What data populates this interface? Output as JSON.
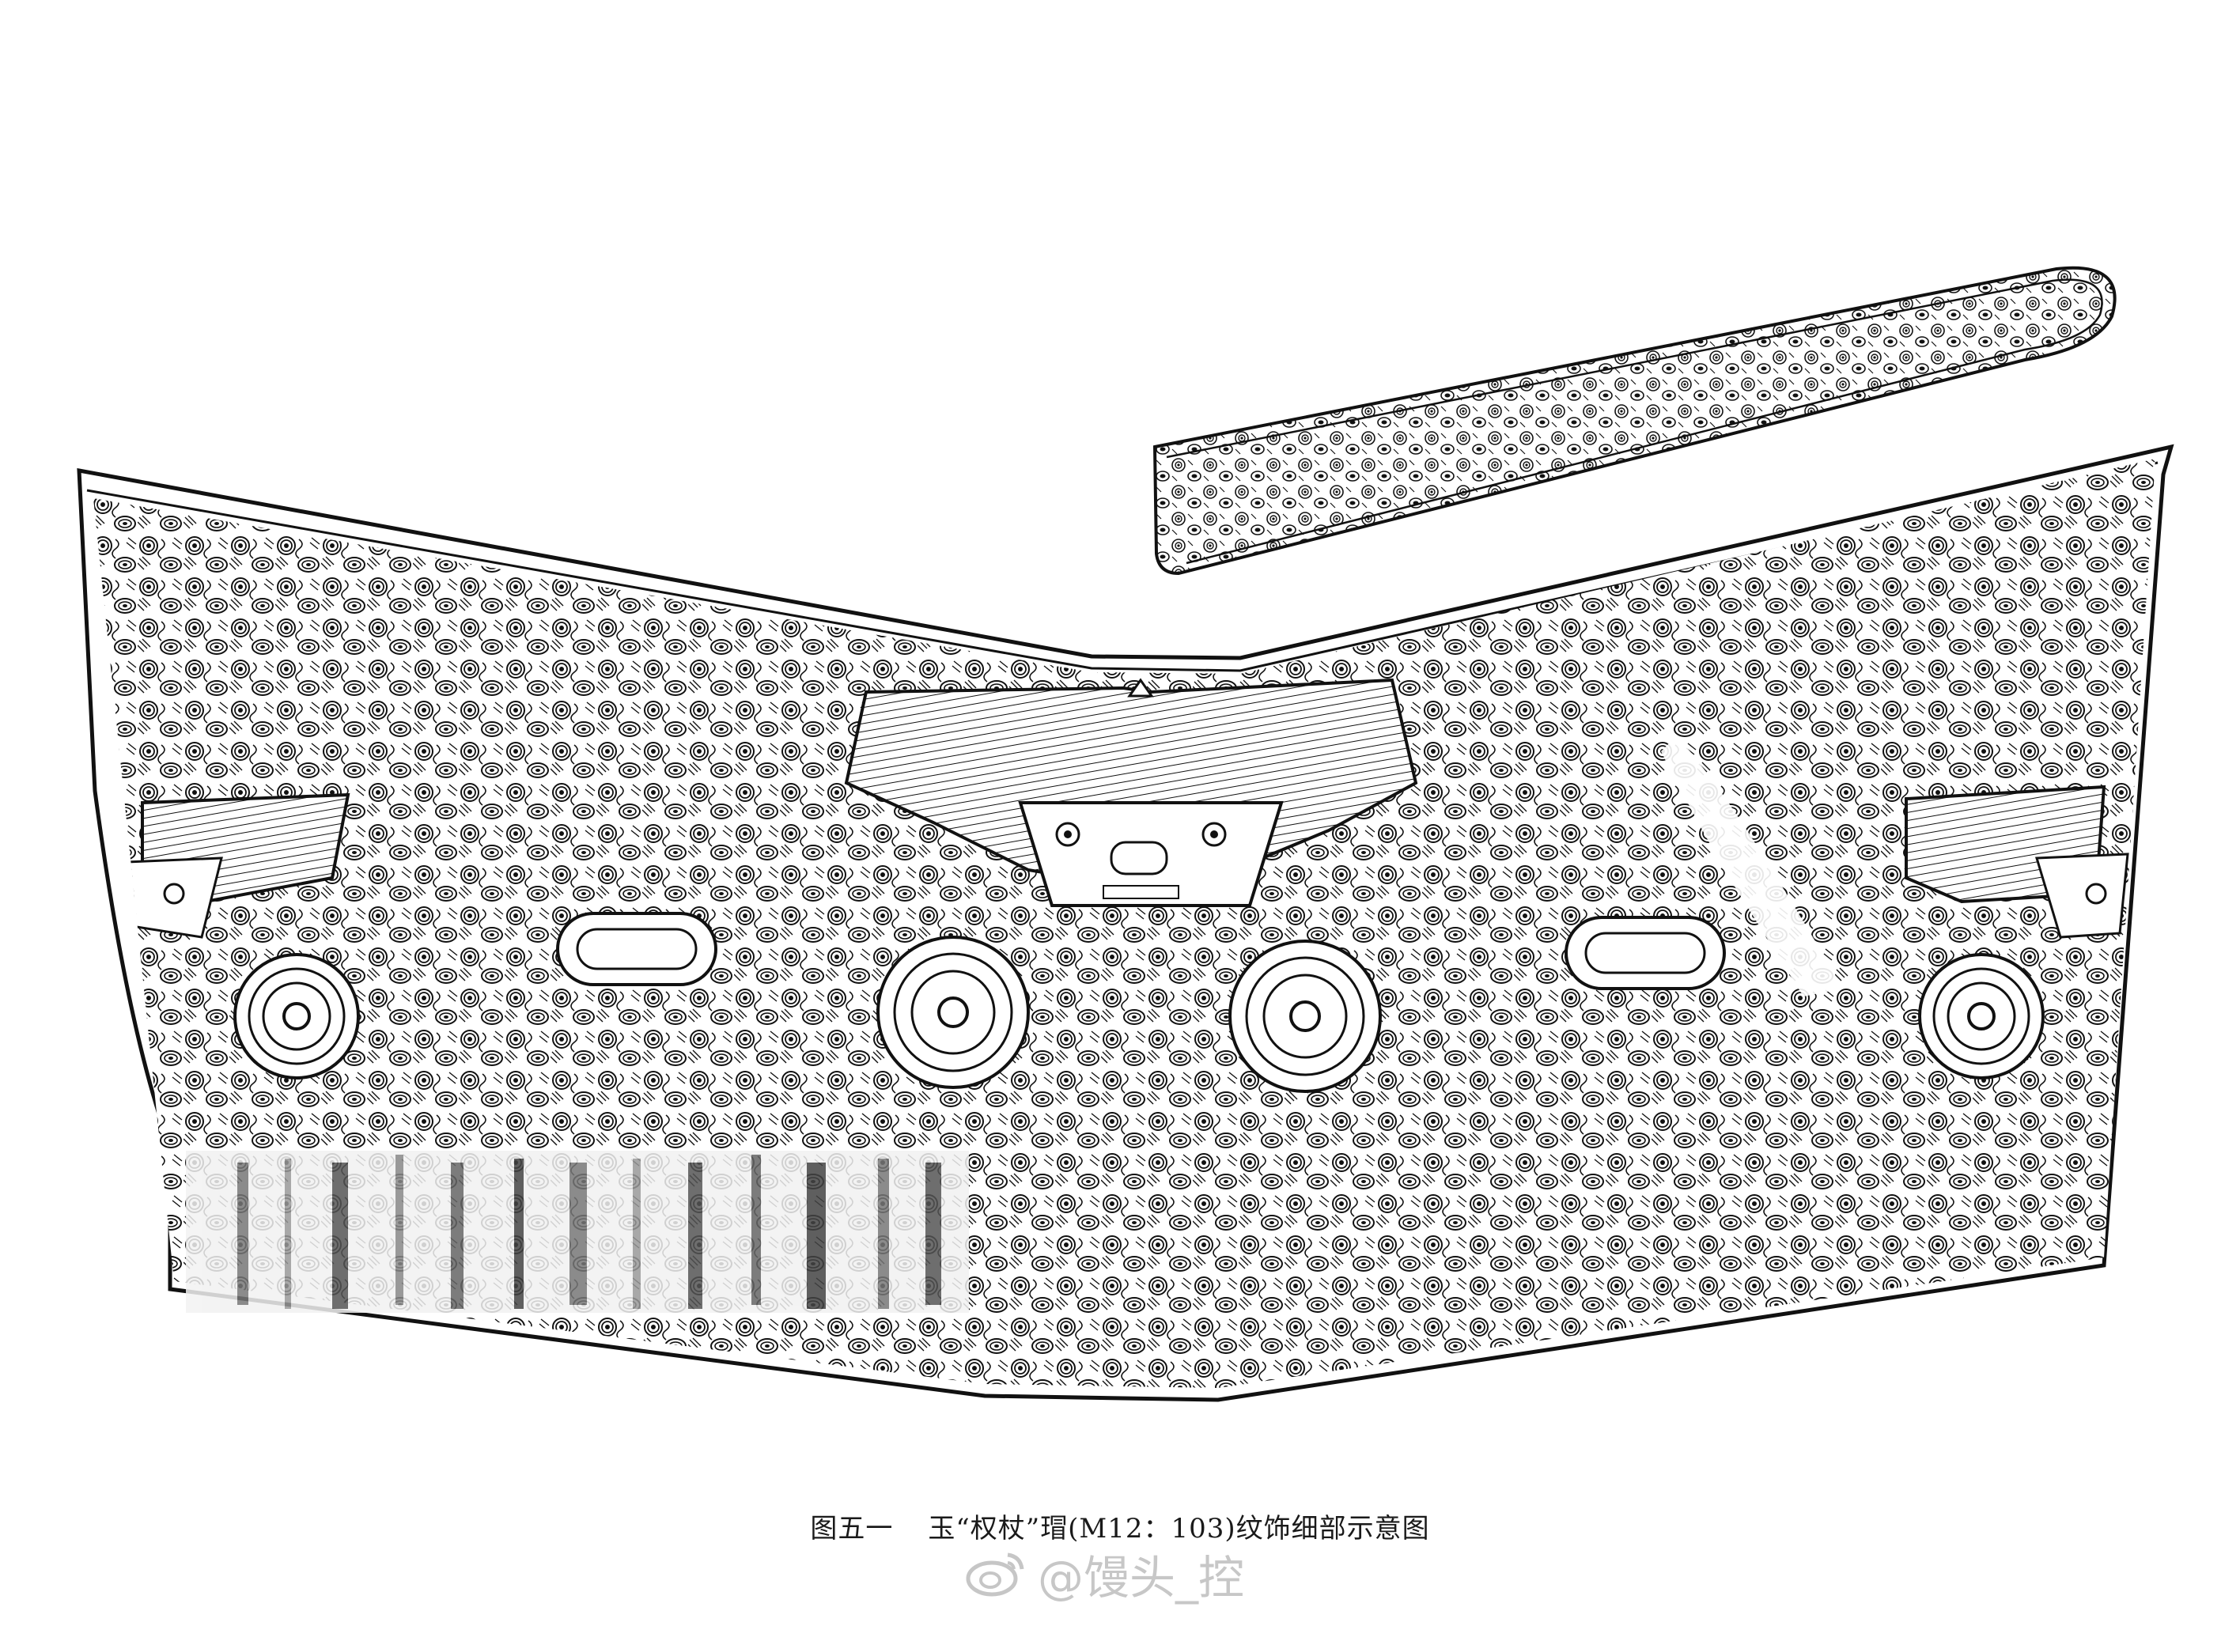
{
  "figure": {
    "caption_number": "图五一",
    "caption_title": "玉“权杖”瑁(M12：103)纹饰细部示意图"
  },
  "watermark": {
    "text": "@馒头_控",
    "icon": "weibo-logo-icon"
  },
  "style": {
    "ink_color": "#111111",
    "paper_color": "#ffffff"
  }
}
